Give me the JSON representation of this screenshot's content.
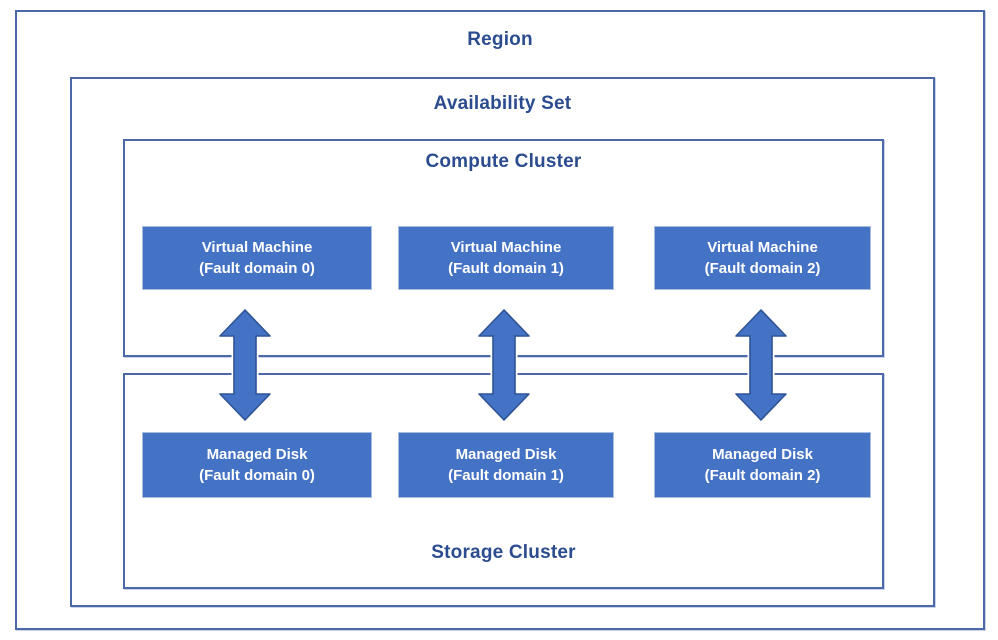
{
  "region": {
    "title": "Region"
  },
  "availability_set": {
    "title": "Availability Set"
  },
  "compute_cluster": {
    "title": "Compute Cluster",
    "nodes": [
      {
        "line1": "Virtual Machine",
        "line2": "(Fault domain 0)"
      },
      {
        "line1": "Virtual Machine",
        "line2": "(Fault domain 1)"
      },
      {
        "line1": "Virtual Machine",
        "line2": "(Fault domain 2)"
      }
    ]
  },
  "storage_cluster": {
    "title": "Storage Cluster",
    "nodes": [
      {
        "line1": "Managed Disk",
        "line2": "(Fault domain 0)"
      },
      {
        "line1": "Managed Disk",
        "line2": "(Fault domain 1)"
      },
      {
        "line1": "Managed Disk",
        "line2": "(Fault domain 2)"
      }
    ]
  },
  "connectors": {
    "type": "vertical-double-arrow",
    "count": 3,
    "meaning": "link between Virtual Machine and Managed Disk in same fault domain"
  },
  "colors": {
    "node_fill": "#4472c4",
    "node_text": "#ffffff",
    "frame_border": "#4b69a8",
    "title_text": "#2b4c8f",
    "arrow_fill": "#4472c4",
    "arrow_outline": "#2f5496",
    "background": "#ffffff"
  }
}
